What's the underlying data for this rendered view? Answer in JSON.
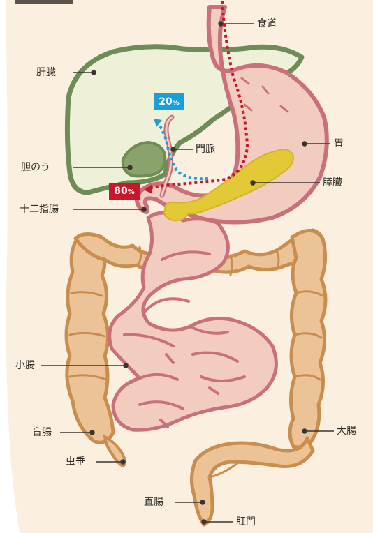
{
  "labels": {
    "esophagus": "食道",
    "liver": "肝臓",
    "stomach": "胃",
    "portal_vein": "門脈",
    "gallbladder": "胆のう",
    "pancreas": "膵臓",
    "duodenum": "十二指腸",
    "small_intestine": "小腸",
    "cecum": "盲腸",
    "large_intestine": "大腸",
    "appendix": "虫垂",
    "rectum": "直腸",
    "anus": "肛門"
  },
  "badges": {
    "blue_value": "20",
    "red_value": "80",
    "unit": "%"
  },
  "colors": {
    "body_bg": "#fbf0df",
    "liver": "#6e8c55",
    "liver_fill": "#eef1d8",
    "stomach": "#c9707b",
    "stomach_fill": "#f3ccc0",
    "pancreas": "#e3c935",
    "intestine_large": "#c98d4e",
    "intestine_large_fill": "#ecc397",
    "blue": "#1aa0d8",
    "red": "#c8172b"
  }
}
